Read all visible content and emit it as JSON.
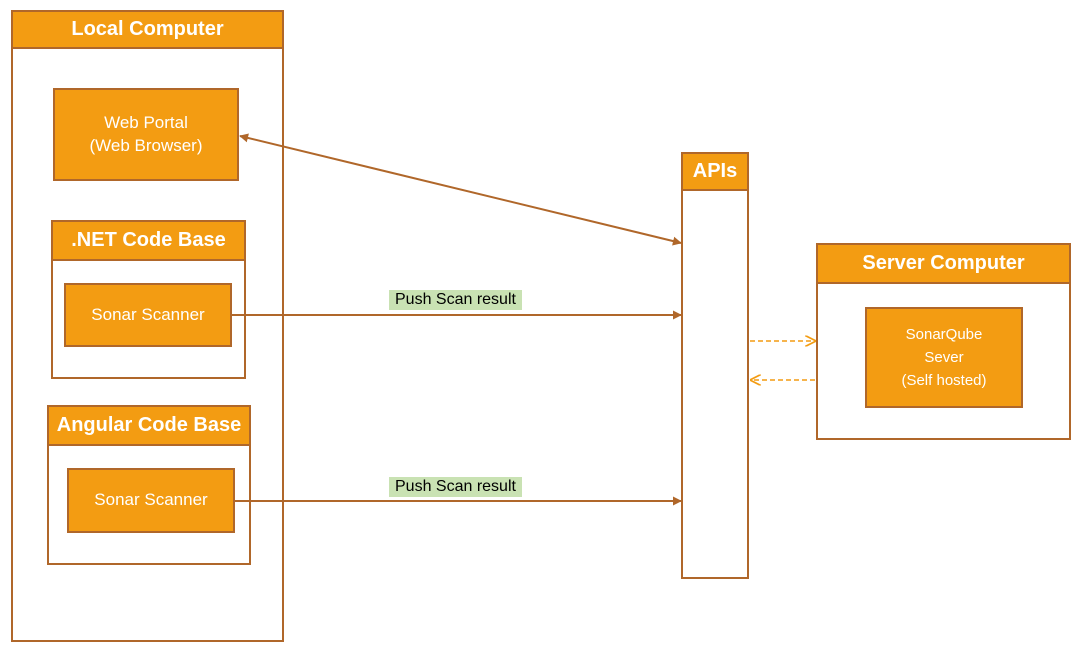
{
  "local_computer": {
    "title": "Local Computer",
    "web_portal": {
      "line1": "Web Portal",
      "line2": "(Web Browser)"
    },
    "dotnet": {
      "title": ".NET Code Base",
      "scanner": "Sonar Scanner"
    },
    "angular": {
      "title": "Angular Code Base",
      "scanner": "Sonar Scanner"
    }
  },
  "apis": {
    "title": "APIs"
  },
  "server_computer": {
    "title": "Server Computer",
    "sonarqube": {
      "line1": "SonarQube",
      "line2": "Sever",
      "line3": "(Self hosted)"
    }
  },
  "edges": {
    "dotnet_push": "Push Scan result",
    "angular_push": "Push Scan result"
  },
  "colors": {
    "fill": "#f39c12",
    "border": "#b0672a",
    "solid_arrow": "#b0672a",
    "dashed_arrow": "#f39c12",
    "label_bg": "#c9e2b3"
  }
}
